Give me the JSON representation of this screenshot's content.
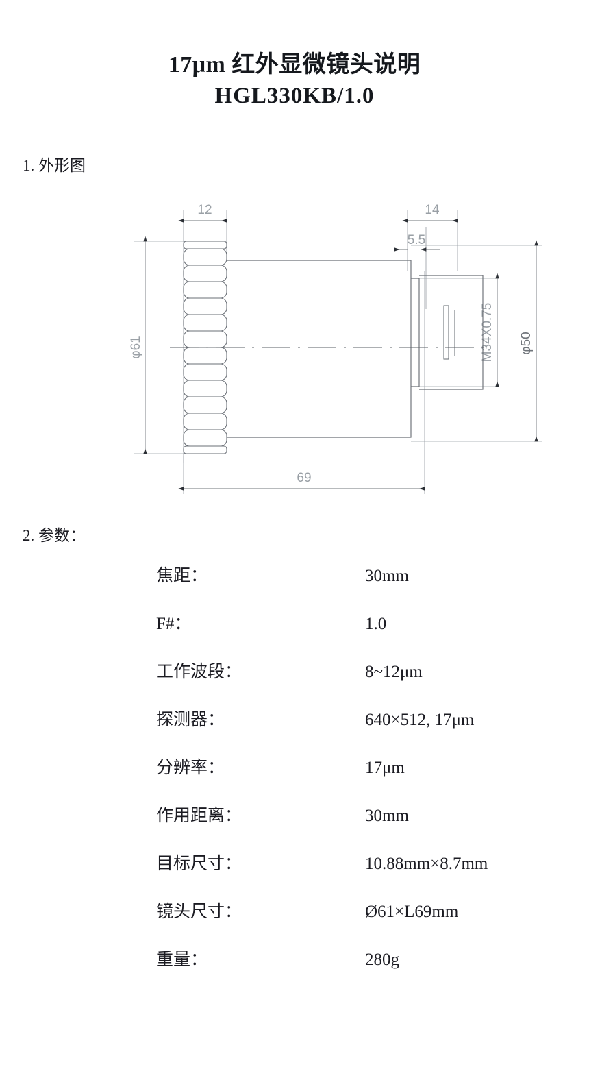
{
  "document": {
    "title_line_1": "17μm 红外显微镜头说明",
    "title_line_2": "HGL330KB/1.0"
  },
  "sections": {
    "outline": "1. 外形图",
    "parameters": "2. 参数："
  },
  "drawing": {
    "dimensions": {
      "grip_width": "12",
      "outer_diameter": "φ61",
      "total_length": "69",
      "mount_length": "14",
      "flange_back": "5.5",
      "thread_spec": "M34X0.75",
      "mount_diameter": "φ50"
    },
    "line_color": "#8c9196",
    "body_color": "#5a5f66"
  },
  "parameters": [
    {
      "label": "焦距：",
      "value": "30mm"
    },
    {
      "label": "F#：",
      "value": "1.0"
    },
    {
      "label": "工作波段：",
      "value": "8~12μm"
    },
    {
      "label": "探测器：",
      "value": "640×512, 17μm"
    },
    {
      "label": "分辨率：",
      "value": "17μm"
    },
    {
      "label": "作用距离：",
      "value": "30mm"
    },
    {
      "label": "目标尺寸：",
      "value": "10.88mm×8.7mm"
    },
    {
      "label": "镜头尺寸：",
      "value": "Ø61×L69mm"
    },
    {
      "label": "重量：",
      "value": "280g"
    }
  ]
}
